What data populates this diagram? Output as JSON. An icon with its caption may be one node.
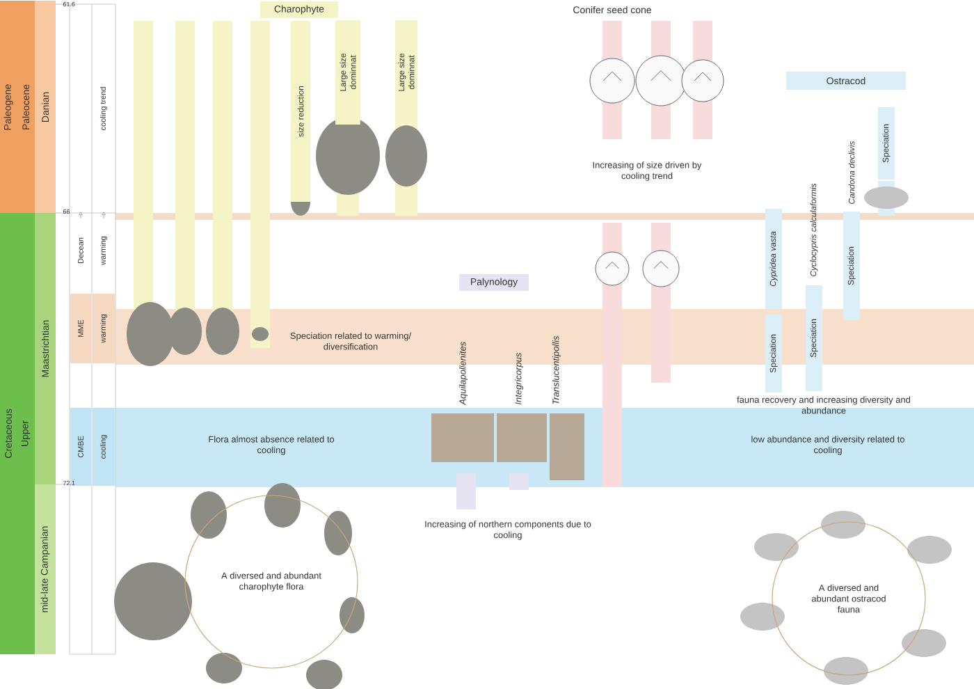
{
  "diagram": {
    "nodes": [
      {
        "text": [
          "Paleogene"
        ]
      },
      {
        "text": [
          "Paleocene"
        ]
      },
      {
        "text": [
          "Danian"
        ]
      },
      {
        "text": [
          "Cretaceous"
        ]
      },
      {
        "text": [
          "Upper"
        ]
      },
      {
        "text": [
          "Maastrichtian"
        ]
      },
      {
        "text": [
          "mid-late Campanian"
        ]
      },
      {
        "text": [
          "cooling trend"
        ]
      },
      {
        "text": [
          "Decean"
        ]
      },
      {
        "text": [
          "warming"
        ]
      },
      {
        "text": [
          "MME"
        ]
      },
      {
        "text": [
          "warming"
        ]
      },
      {
        "text": [
          "CMBE"
        ]
      },
      {
        "text": [
          "cooling"
        ]
      },
      {
        "text": [
          "Charophyte"
        ]
      },
      {
        "text": [
          "size reduction"
        ]
      },
      {
        "text": [
          "Large size dominnat"
        ]
      },
      {
        "text": [
          "Large size dominnat"
        ]
      },
      {
        "text": [
          "Palynology"
        ]
      },
      {
        "text": [
          "Conifer seed cone"
        ]
      },
      {
        "text": [
          "Ostracod"
        ]
      },
      {
        "text": [
          "Cypridea vasta"
        ]
      },
      {
        "text": [
          "Speciation"
        ]
      },
      {
        "text": [
          "Speciation"
        ]
      },
      {
        "text": [
          "Speciation"
        ]
      },
      {
        "text": [
          "Speciation"
        ]
      },
      {
        "text": [
          "A diversed and abundant charophyte flora"
        ]
      },
      {
        "text": [
          "A diversed and abundant ostracod fauna"
        ]
      }
    ],
    "labels": [
      "61.6",
      "66",
      "72.1",
      "Speciation related to warming/ diversification",
      "Flora almost absence related to cooling",
      "Aquilapollenites",
      "Integricorpus",
      "Translucentipollis",
      "Increasing of northern components due to cooling",
      "Increasing of size driven by cooling trend",
      "Cyclocypris calculaformis",
      "Candona declivis",
      "fauna recovery and increasing diversity and abundance",
      "low abundance and diversity related to cooling"
    ]
  }
}
